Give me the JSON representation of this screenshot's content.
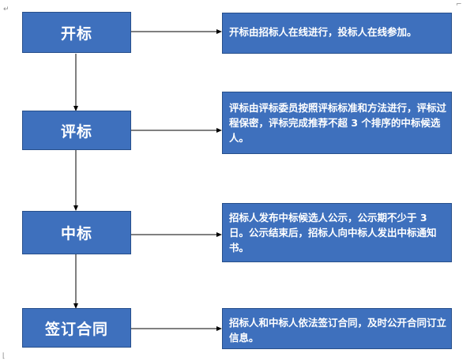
{
  "flow": {
    "steps": [
      {
        "label": "开标"
      },
      {
        "label": "评标"
      },
      {
        "label": "中标"
      },
      {
        "label": "签订合同"
      }
    ],
    "descriptions": [
      {
        "text": "开标由招标人在线进行，投标人在线参加。"
      },
      {
        "text": "评标由评标委员按照评标标准和方法进行，评标过程保密，评标完成推荐不超 3 个排序的中标候选人。"
      },
      {
        "text": "招标人发布中标候选人公示，公示期不少于 3 日。公示结束后，招标人向中标人发出中标通知书。"
      },
      {
        "text": "招标人和中标人依法签订合同，及时公开合同订立信息。"
      }
    ]
  },
  "colors": {
    "box_fill": "#3e70bd",
    "box_border": "#274f8b",
    "box_text": "#ffffff",
    "connector": "#000000"
  }
}
